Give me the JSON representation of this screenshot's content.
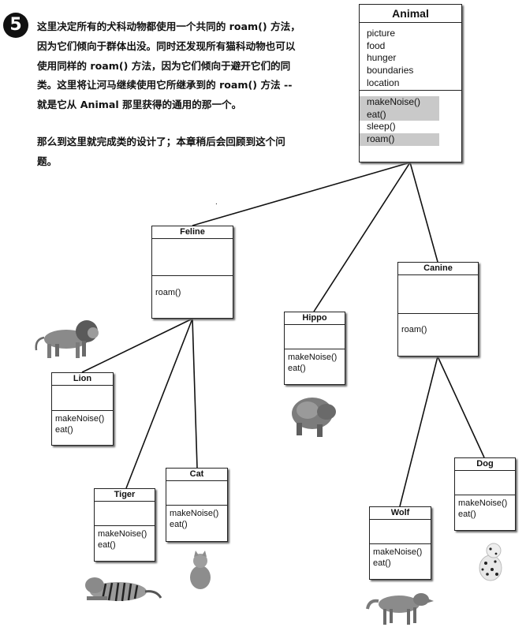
{
  "step_number": "5",
  "intro": {
    "paragraph1": "这里决定所有的犬科动物都使用一个共同的 roam() 方法，因为它们倾向于群体出没。同时还发现所有猫科动物也可以使用同样的 roam() 方法，因为它们倾向于避开它们的同类。这里将让河马继续使用它所继承到的 roam() 方法 -- 就是它从 Animal 那里获得的通用的那一个。",
    "paragraph2": "那么到这里就完成类的设计了；本章稍后会回顾到这个问题。"
  },
  "stray_dot": ".",
  "classes": {
    "animal": {
      "name": "Animal",
      "fields": [
        "picture",
        "food",
        "hunger",
        "boundaries",
        "location"
      ],
      "methods": [
        "makeNoise()",
        "eat()",
        "sleep()",
        "roam()"
      ],
      "highlighted_methods": [
        "makeNoise()",
        "eat()",
        "roam()"
      ]
    },
    "feline": {
      "name": "Feline",
      "methods": [
        "roam()"
      ]
    },
    "hippo": {
      "name": "Hippo",
      "methods": [
        "makeNoise()",
        "eat()"
      ]
    },
    "canine": {
      "name": "Canine",
      "methods": [
        "roam()"
      ]
    },
    "lion": {
      "name": "Lion",
      "methods": [
        "makeNoise()",
        "eat()"
      ]
    },
    "tiger": {
      "name": "Tiger",
      "methods": [
        "makeNoise()",
        "eat()"
      ]
    },
    "cat": {
      "name": "Cat",
      "methods": [
        "makeNoise()",
        "eat()"
      ]
    },
    "wolf": {
      "name": "Wolf",
      "methods": [
        "makeNoise()",
        "eat()"
      ]
    },
    "dog": {
      "name": "Dog",
      "methods": [
        "makeNoise()",
        "eat()"
      ]
    }
  },
  "images": [
    "lion-photo",
    "hippo-photo",
    "tiger-photo",
    "cat-photo",
    "wolf-photo",
    "dog-photo"
  ],
  "colors": {
    "highlight": "#c9c9c9",
    "line": "#111111"
  }
}
